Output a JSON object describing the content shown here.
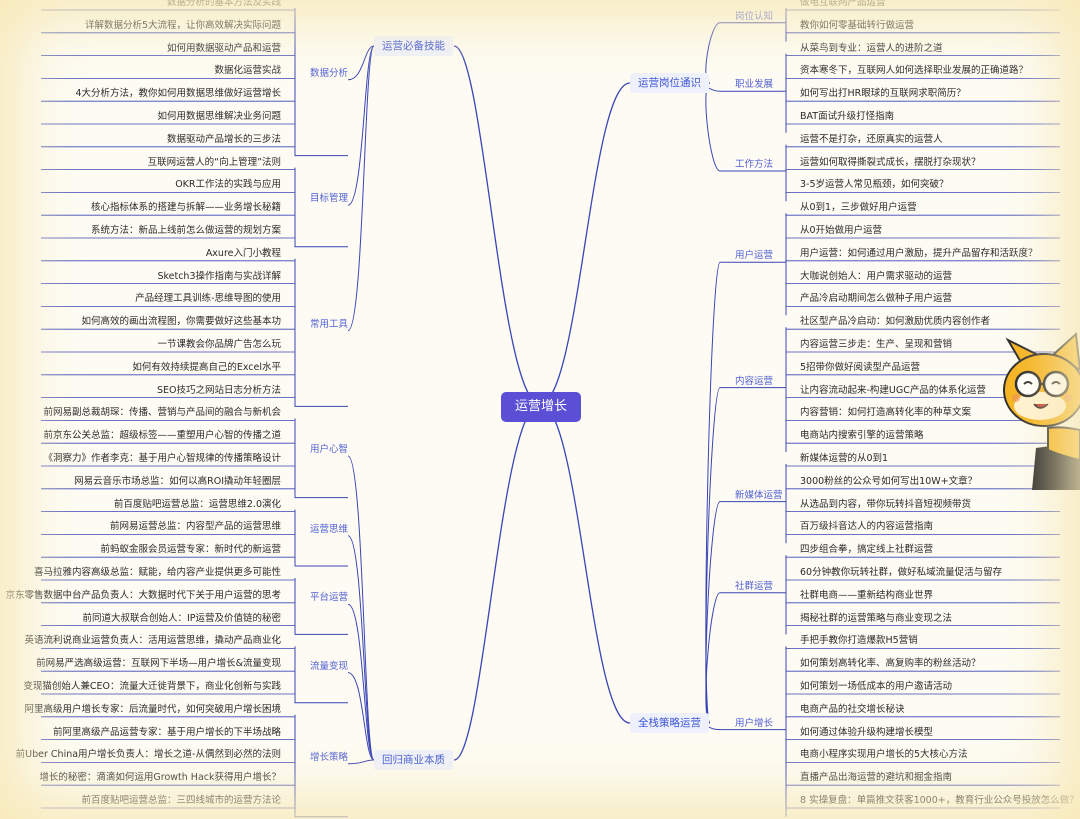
{
  "root": "运营增长",
  "branches": {
    "left": [
      {
        "label": "运营必备技能",
        "subs": [
          {
            "label": "数据分析",
            "leaves": [
              "数据分析的基本方法及实践",
              "详解数据分析5大流程，让你高效解决实际问题",
              "如何用数据驱动产品和运营",
              "数据化运营实战",
              "4大分析方法，教你如何用数据思维做好运营增长",
              "如何用数据思维解决业务问题",
              "数据驱动产品增长的三步法"
            ]
          },
          {
            "label": "目标管理",
            "leaves": [
              "互联网运营人的“向上管理”法则",
              "OKR工作法的实践与应用",
              "核心指标体系的搭建与拆解——业务增长秘籍",
              "系统方法：新品上线前怎么做运营的规划方案"
            ]
          },
          {
            "label": "常用工具",
            "leaves": [
              "Axure入门小教程",
              "Sketch3操作指南与实战详解",
              "产品经理工具训练-思维导图的使用",
              "如何高效的画出流程图，你需要做好这些基本功",
              "一节课教会你品牌广告怎么玩",
              "如何有效持续提高自己的Excel水平",
              "SEO技巧之网站日志分析方法"
            ]
          }
        ]
      },
      {
        "label": "回归商业本质",
        "subs": [
          {
            "label": "用户心智",
            "leaves": [
              "前网易副总裁胡琛：传播、营销与产品间的融合与新机会",
              "前京东公关总监：超级标签——重塑用户心智的传播之道",
              "《洞察力》作者李克：基于用户心智规律的传播策略设计",
              "网易云音乐市场总监：如何以高ROI撬动年轻圈层"
            ]
          },
          {
            "label": "运营思维",
            "leaves": [
              "前百度贴吧运营总监：运营思维2.0演化",
              "前网易运营总监：内容型产品的运营思维",
              "前蚂蚁金服会员运营专家：新时代的新运营"
            ]
          },
          {
            "label": "平台运营",
            "leaves": [
              "喜马拉雅内容高级总监：赋能，给内容产业提供更多可能性",
              "京东零售数据中台产品负责人：大数据时代下关于用户运营的思考",
              "前同道大叔联合创始人：IP运营及价值链的秘密"
            ]
          },
          {
            "label": "流量变现",
            "leaves": [
              "英语流利说商业运营负责人：活用运营思维，撬动产品商业化",
              "前网易严选高级运营：互联网下半场—用户增长&流量变现",
              "变现猫创始人兼CEO：流量大迁徙背景下，商业化创新与实践"
            ]
          },
          {
            "label": "增长策略",
            "leaves": [
              "阿里高级用户增长专家：后流量时代，如何突破用户增长困境",
              "前阿里高级产品运营专家：基于用户增长的下半场战略",
              "前Uber China用户增长负责人：增长之道-从偶然到必然的法则",
              "增长的秘密：滴滴如何运用Growth Hack获得用户增长？",
              "前百度贴吧运营总监：三四线城市的运营方法论"
            ]
          }
        ]
      }
    ],
    "right": [
      {
        "label": "运营岗位通识",
        "subs": [
          {
            "label": "岗位认知",
            "leaves": [
              "做电互联网产品运营",
              "教你如何零基础转行做运营"
            ]
          },
          {
            "label": "职业发展",
            "leaves": [
              "从菜鸟到专业：运营人的进阶之道",
              "资本寒冬下，互联网人如何选择职业发展的正确道路？",
              "如何写出打HR眼球的互联网求职简历？",
              "BAT面试升级打怪指南"
            ]
          },
          {
            "label": "工作方法",
            "leaves": [
              "运营不是打杂，还原真实的运营人",
              "运营如何取得撕裂式成长，摆脱打杂现状？",
              "3-5岁运营人常见瓶颈，如何突破？"
            ]
          }
        ]
      },
      {
        "label": "全栈策略运营",
        "subs": [
          {
            "label": "用户运营",
            "leaves": [
              "从0到1，三步做好用户运营",
              "从0开始做用户运营",
              "用户运营：如何通过用户激励，提升产品留存和活跃度？",
              "大咖说创始人：用户需求驱动的运营",
              "产品冷启动期间怎么做种子用户运营"
            ]
          },
          {
            "label": "内容运营",
            "leaves": [
              "社区型产品冷启动：如何激励优质内容创作者",
              "内容运营三步走：生产、呈现和营销",
              "5招带你做好阅读型产品运营",
              "让内容流动起来-构建UGC产品的体系化运营",
              "内容营销：如何打造高转化率的种草文案",
              "电商站内搜索引擎的运营策略"
            ]
          },
          {
            "label": "新媒体运营",
            "leaves": [
              "新媒体运营的从0到1",
              "3000粉丝的公众号如何写出10W+文章？",
              "从选品到内容，带你玩转抖音短视频带货",
              "百万级抖音达人的内容运营指南"
            ]
          },
          {
            "label": "社群运营",
            "leaves": [
              "四步组合拳，搞定线上社群运营",
              "60分钟教你玩转社群，做好私域流量促活与留存",
              "社群电商——重新结构商业世界",
              "揭秘社群的运营策略与商业变现之法"
            ]
          },
          {
            "label": "用户增长",
            "leaves": [
              "手把手教你打造爆款H5营销",
              "如何策划高转化率、高复购率的粉丝活动？",
              "如何策划一场低成本的用户邀请活动",
              "电商产品的社交增长秘诀",
              "如何通过体验升级构建增长模型",
              "电商小程序实现用户增长的5大核心方法",
              "直播产品出海运营的避坑和掘金指南",
              "8 实操复盘：单篇推文获客1000+，教育行业公众号投放怎么做？"
            ]
          }
        ]
      }
    ]
  },
  "colors": {
    "line": "#3a45b5",
    "root_bg": "#5b4fd6",
    "main_bg": "#eef1fb",
    "main_text": "#3e56d6",
    "sub_text": "#5261d6",
    "mascot": "#f5b320"
  }
}
